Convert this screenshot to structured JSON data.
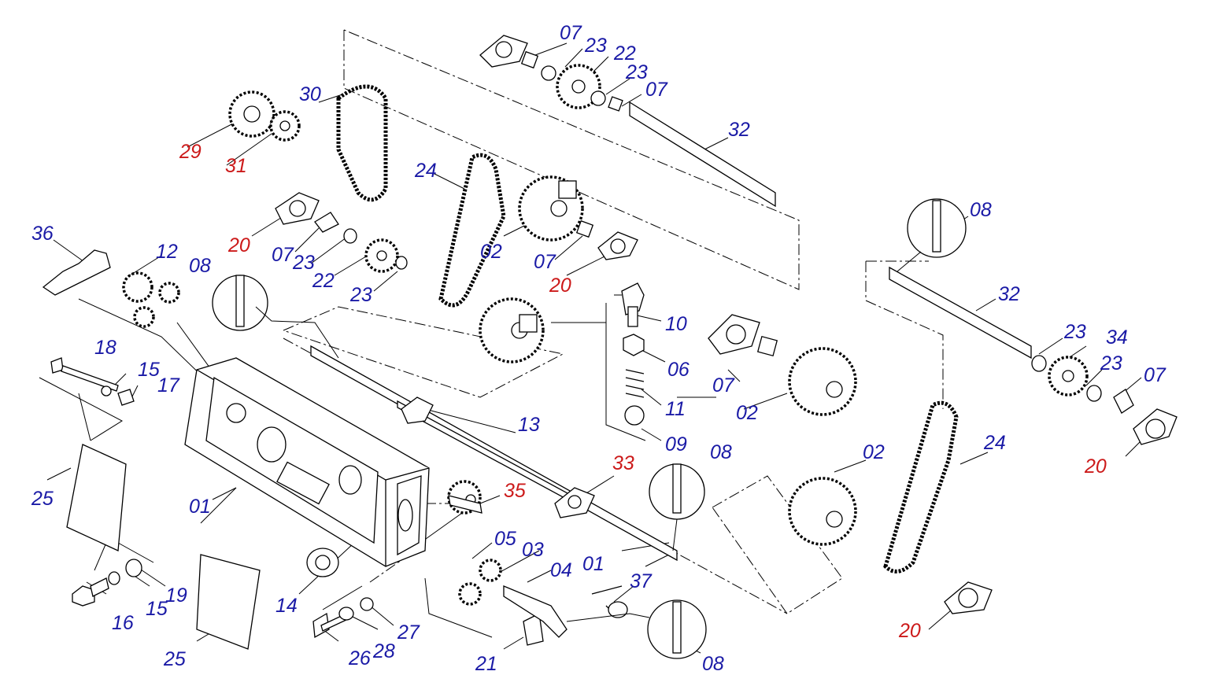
{
  "colors": {
    "label_blue": "#1a1aa6",
    "label_red": "#cc1a1a",
    "line": "#000000"
  },
  "labels": {
    "l01a": "01",
    "l01b": "01",
    "l02a": "02",
    "l02b": "02",
    "l02c": "02",
    "l03": "03",
    "l04": "04",
    "l05": "05",
    "l06": "06",
    "l07a": "07",
    "l07b": "07",
    "l07c": "07",
    "l07d": "07",
    "l07e": "07",
    "l07f": "07",
    "l08a": "08",
    "l08b": "08",
    "l08c": "08",
    "l08d": "08",
    "l09": "09",
    "l10": "10",
    "l11": "11",
    "l12": "12",
    "l13": "13",
    "l14": "14",
    "l15a": "15",
    "l15b": "15",
    "l16": "16",
    "l17": "17",
    "l18": "18",
    "l19": "19",
    "l20a": "20",
    "l20b": "20",
    "l20c": "20",
    "l20d": "20",
    "l21": "21",
    "l22a": "22",
    "l22b": "22",
    "l23a": "23",
    "l23b": "23",
    "l23c": "23",
    "l23d": "23",
    "l23e": "23",
    "l23f": "23",
    "l24a": "24",
    "l24b": "24",
    "l25a": "25",
    "l25b": "25",
    "l26": "26",
    "l27": "27",
    "l28": "28",
    "l29": "29",
    "l30": "30",
    "l31": "31",
    "l32a": "32",
    "l32b": "32",
    "l33": "33",
    "l34": "34",
    "l35": "35",
    "l36": "36",
    "l37": "37"
  }
}
